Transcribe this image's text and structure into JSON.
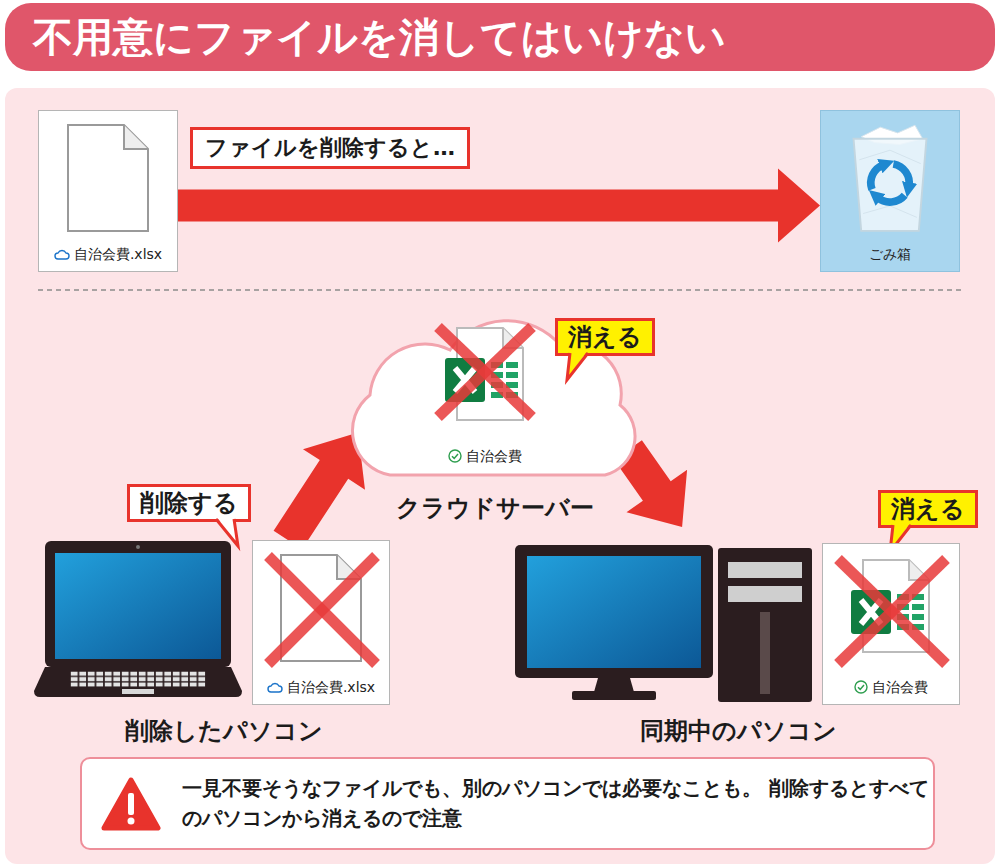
{
  "diagram": {
    "title": "不用意にファイルを消してはいけない",
    "nodes": [
      {
        "text": [
          "自治会費.xlsx"
        ]
      },
      {
        "text": [
          "ごみ箱"
        ]
      },
      {
        "text": [
          "クラウドサーバー"
        ]
      },
      {
        "text": [
          "自治会費"
        ],
        "in": 2
      },
      {
        "text": [
          "消える"
        ]
      },
      {
        "text": [
          "削除する"
        ]
      },
      {
        "text": [
          "自治会費.xlsx"
        ]
      },
      {
        "text": [
          "消える"
        ]
      },
      {
        "text": [
          "自治会費"
        ]
      },
      {
        "text": [
          "一見不要そうなファイルでも、別のパソコンでは必要なことも。 削除するとすべてのパソコンから消えるので注意"
        ]
      }
    ],
    "edges": [
      {
        "from": 0,
        "to": 1,
        "arrow": "to",
        "label": "ファイルを削除すると…"
      },
      {
        "from": 6,
        "to": 2,
        "arrow": "to"
      },
      {
        "from": 2,
        "to": 8,
        "arrow": "to"
      }
    ],
    "labels": [
      "削除したパソコン",
      "同期中のパソコン"
    ]
  }
}
